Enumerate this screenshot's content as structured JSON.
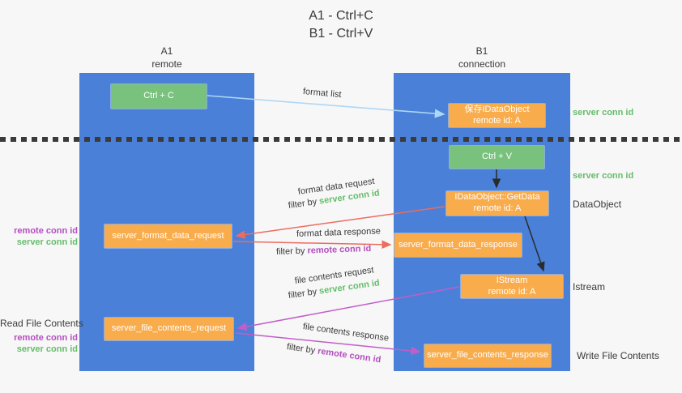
{
  "title": {
    "line1": "A1 - Ctrl+C",
    "line2": "B1 - Ctrl+V"
  },
  "lanes": {
    "a": {
      "name": "A1",
      "subtitle": "remote"
    },
    "b": {
      "name": "B1",
      "subtitle": "connection"
    }
  },
  "boxes": {
    "ctrl_c": {
      "label": "Ctrl + C"
    },
    "save_idataobject": {
      "line1": "保存IDataObject",
      "line2": "remote id: A"
    },
    "ctrl_v": {
      "label": "Ctrl + V"
    },
    "idataobject_getdata": {
      "line1": "IDataObject::GetData",
      "line2": "remote id: A"
    },
    "istream": {
      "line1": "IStream",
      "line2": "remote id: A"
    },
    "server_format_data_request": {
      "label": "server_format_data_request"
    },
    "server_format_data_response": {
      "label": "server_format_data_response"
    },
    "server_file_contents_request": {
      "label": "server_file_contents_request"
    },
    "server_file_contents_response": {
      "label": "server_file_contents_response"
    }
  },
  "arrow_labels": {
    "format_list": "format list",
    "format_data_request": "format data request",
    "format_data_response": "format data response",
    "file_contents_request": "file contents request",
    "file_contents_response": "file contents response",
    "filter_by": "filter by ",
    "server_conn_id": "server conn id",
    "remote_conn_id": "remote conn id"
  },
  "side_labels": {
    "right_server_conn_id_top": "server conn id",
    "right_server_conn_id_mid": "server conn id",
    "right_dataobject": "DataObject",
    "right_istream": "Istream",
    "right_write_file_contents": "Write File Contents",
    "left_remote_conn_id_1": "remote conn id",
    "left_server_conn_id_1": "server conn id",
    "left_read_file_contents": "Read File Contents",
    "left_remote_conn_id_2": "remote conn id",
    "left_server_conn_id_2": "server conn id"
  },
  "colors": {
    "lane_blue": "#4a80d8",
    "box_green": "#79c27d",
    "box_orange": "#f9ac4c",
    "arrow_light_blue": "#aed7f5",
    "arrow_red": "#ed6c60",
    "arrow_magenta": "#c25ec8",
    "arrow_black": "#2b2b2b",
    "text_dark": "#3a3a3a",
    "text_green": "#65bd6a",
    "text_purple": "#b44fc0",
    "background": "#f7f7f7",
    "dash_line": "#3b3b3b"
  }
}
